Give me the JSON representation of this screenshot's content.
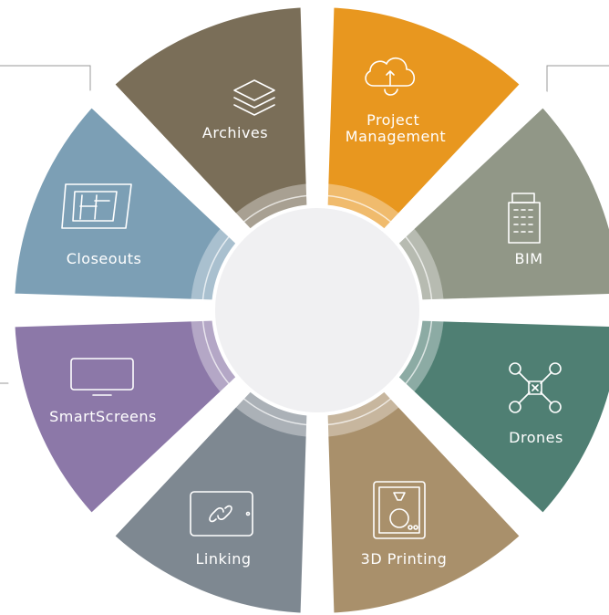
{
  "segments": [
    {
      "id": "archives",
      "label_lines": [
        "Archives"
      ],
      "color": "#7a6e58",
      "icon": "layers-icon"
    },
    {
      "id": "project",
      "label_lines": [
        "Project",
        "Management"
      ],
      "color": "#e8971f",
      "icon": "cloud-sync-icon"
    },
    {
      "id": "bim",
      "label_lines": [
        "BIM"
      ],
      "color": "#919787",
      "icon": "building-icon"
    },
    {
      "id": "drones",
      "label_lines": [
        "Drones"
      ],
      "color": "#4f7f73",
      "icon": "drone-icon"
    },
    {
      "id": "printing",
      "label_lines": [
        "3D Printing"
      ],
      "color": "#a9906b",
      "icon": "3d-printer-icon"
    },
    {
      "id": "linking",
      "label_lines": [
        "Linking"
      ],
      "color": "#7e8891",
      "icon": "link-tablet-icon"
    },
    {
      "id": "smartscreens",
      "label_lines": [
        "SmartScreens"
      ],
      "color": "#8c78a8",
      "icon": "monitor-icon"
    },
    {
      "id": "closeouts",
      "label_lines": [
        "Closeouts"
      ],
      "color": "#7c9fb5",
      "icon": "blueprint-tablet-icon"
    }
  ],
  "center_fill": "#f0f0f2",
  "connector_color": "#9a9a9a"
}
